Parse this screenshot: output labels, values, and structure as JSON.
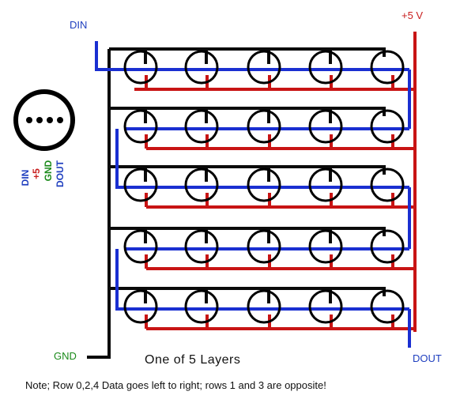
{
  "labels": {
    "din": "DIN",
    "plus5v": "+5 V",
    "gnd": "GND",
    "dout": "DOUT",
    "caption": "One of 5 Layers",
    "note": "Note; Row 0,2,4 Data goes left to right; rows 1 and 3 are opposite!"
  },
  "pinout": {
    "pins": [
      {
        "label": "DIN",
        "color": "#1f3fbf"
      },
      {
        "label": "+5",
        "color": "#c81e1e"
      },
      {
        "label": "GND",
        "color": "#1a8a1a"
      },
      {
        "label": "DOUT",
        "color": "#1f3fbf"
      }
    ]
  },
  "grid": {
    "rows": 5,
    "columns": 5,
    "data_direction": [
      "left-to-right",
      "right-to-left",
      "left-to-right",
      "right-to-left",
      "left-to-right"
    ]
  },
  "colors": {
    "data": "#1a2fd1",
    "power": "#c81414",
    "ground": "#0a0a0a",
    "din_label": "#1f3fbf",
    "plus5_label": "#c81e1e",
    "gnd_label": "#1a8a1a",
    "dout_label": "#1f3fbf"
  }
}
